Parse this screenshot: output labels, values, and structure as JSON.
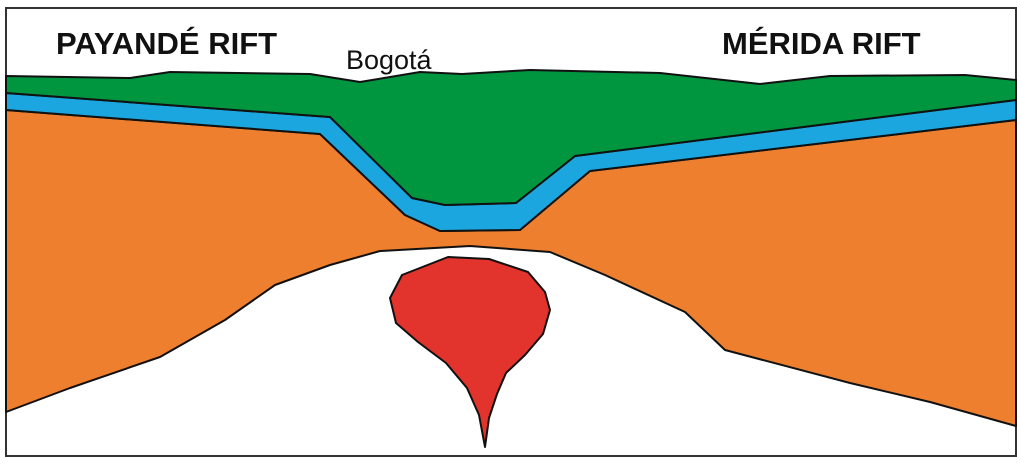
{
  "labels": {
    "left_rift": "PAYANDÉ RIFT",
    "right_rift": "MÉRIDA RIFT",
    "city": "Bogotá"
  },
  "colors": {
    "upper_layer": "#009640",
    "middle_layer": "#1ba6df",
    "lower_layer": "#ee7f2f",
    "intrusion": "#e2332d",
    "outline": "#111111",
    "frame": "#333333",
    "background": "#ffffff"
  }
}
